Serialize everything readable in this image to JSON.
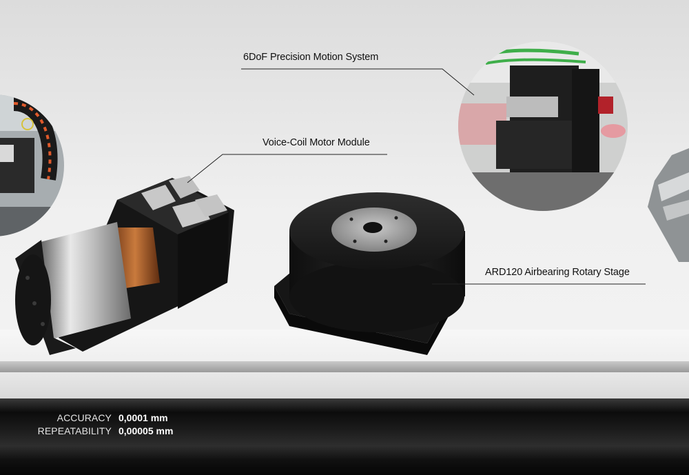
{
  "labels": {
    "six_dof": "6DoF Precision Motion System",
    "voice_coil": "Voice-Coil Motor Module",
    "rotary_stage": "ARD120 Airbearing Rotary Stage"
  },
  "specs": [
    {
      "name": "ACCURACY",
      "value": "0,0001 mm"
    },
    {
      "name": "REPEATABILITY",
      "value": "0,00005 mm"
    }
  ],
  "colors": {
    "bar_dark": "#0c0c0c",
    "copper": "#b8682e",
    "anodized_black": "#1c1c1c"
  },
  "icons": [
    "photo-circle-left",
    "photo-circle-right",
    "voice-coil-motor-image",
    "rotary-stage-image"
  ]
}
